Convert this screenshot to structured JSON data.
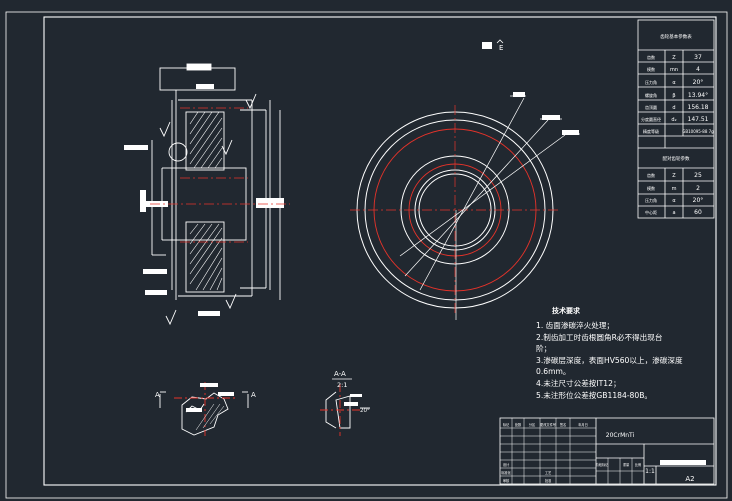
{
  "colors": {
    "background": "#212830",
    "line": "#ffffff",
    "centerline": "#e5332a",
    "frame": "#ffffff"
  },
  "view_label": "E",
  "section_label": "A-A",
  "section_scale": "2:1",
  "cut_marker": "A",
  "angle_label": "20°",
  "param_table": {
    "title": "齿轮基本参数表",
    "rows": [
      {
        "name": "齿数",
        "sym": "Z",
        "val": "37"
      },
      {
        "name": "模数",
        "sym": "mn",
        "val": "4"
      },
      {
        "name": "压力角",
        "sym": "α",
        "val": "20°"
      },
      {
        "name": "螺旋角",
        "sym": "β",
        "val": "13.94°"
      },
      {
        "name": "齿顶圆",
        "sym": "d",
        "val": "156.18"
      },
      {
        "name": "分度圆直径",
        "sym": "d₂",
        "val": "147.51"
      },
      {
        "name": "精度等级",
        "sym": "",
        "val": "GB10095-88 7g"
      }
    ],
    "mate_title": "配对齿轮参数",
    "mate_rows": [
      {
        "name": "齿数",
        "sym": "Z",
        "val": "25"
      },
      {
        "name": "模数",
        "sym": "m",
        "val": "2"
      },
      {
        "name": "压力角",
        "sym": "α",
        "val": "20°"
      },
      {
        "name": "中心距",
        "sym": "a",
        "val": "60"
      }
    ]
  },
  "tech_requirements": {
    "title": "技术要求",
    "items": [
      "1. 齿面渗碳淬火处理；",
      "2.制齿加工时齿根圆角R必不得出现台",
      "阶；",
      "3.渗碳层深度，表面HV560以上，渗碳深度",
      "0.6mm。",
      "4.未注尺寸公差按IT12；",
      "5.未注形位公差按GB1184-80B。"
    ]
  },
  "title_block": {
    "material": "20CrMnTi",
    "scale": "1:1",
    "sheet_size": "A2",
    "small_labels": [
      "标记",
      "处数",
      "分区",
      "更改文件号",
      "签名",
      "年月日",
      "设计",
      "标准化",
      "审核",
      "工艺",
      "批准",
      "阶段标记",
      "重量",
      "比例"
    ]
  }
}
